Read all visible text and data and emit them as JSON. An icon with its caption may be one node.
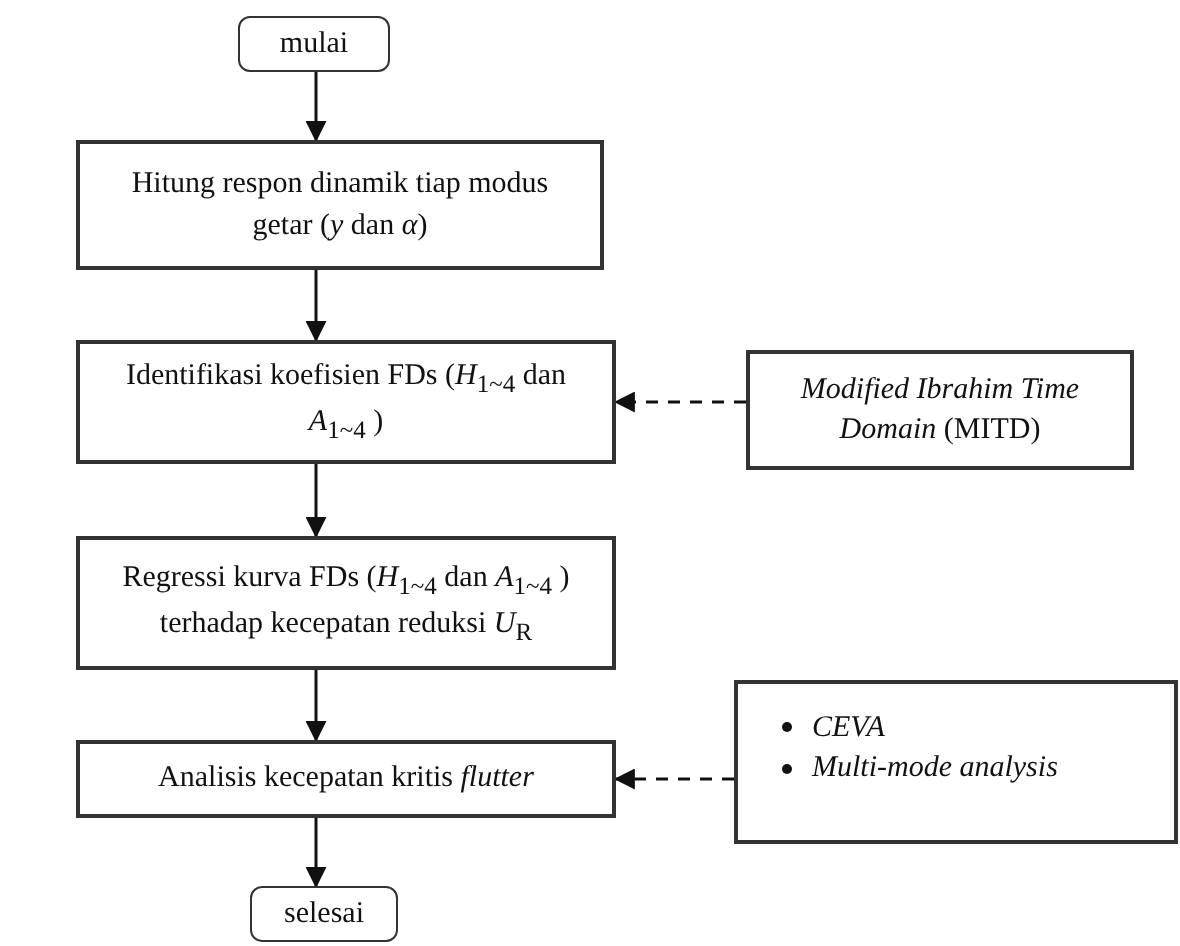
{
  "diagram": {
    "nodes": [
      {
        "text": [
          "mulai"
        ]
      },
      {
        "text": [
          "Hitung respon dinamik tiap modus getar (*y* dan *α*)"
        ]
      },
      {
        "text": [
          "Identifikasi koefisien FDs (*H*$_{1~4}$ dan *A*$_{1~4}$ )"
        ]
      },
      {
        "text": [
          "*Modified Ibrahim Time Domain* (MITD)"
        ]
      },
      {
        "text": [
          "Regressi kurva FDs (*H*$_{1~4}$ dan *A*$_{1~4}$ ) terhadap kecepatan reduksi *U*$_{R}$"
        ]
      },
      {
        "text": [
          "Analisis kecepatan kritis *flutter*"
        ]
      },
      {
        "text": [
          "CEVA",
          "Multi-mode analysis"
        ]
      },
      {
        "text": [
          "selesai"
        ]
      }
    ],
    "edges": [
      {
        "from": 0,
        "to": 1,
        "arrow": "to"
      },
      {
        "from": 1,
        "to": 2,
        "arrow": "to"
      },
      {
        "from": 3,
        "to": 2,
        "arrow": "to",
        "style": "dashed"
      },
      {
        "from": 2,
        "to": 4,
        "arrow": "to"
      },
      {
        "from": 4,
        "to": 5,
        "arrow": "to"
      },
      {
        "from": 6,
        "to": 5,
        "arrow": "to",
        "style": "dashed"
      },
      {
        "from": 5,
        "to": 7,
        "arrow": "to"
      }
    ]
  }
}
